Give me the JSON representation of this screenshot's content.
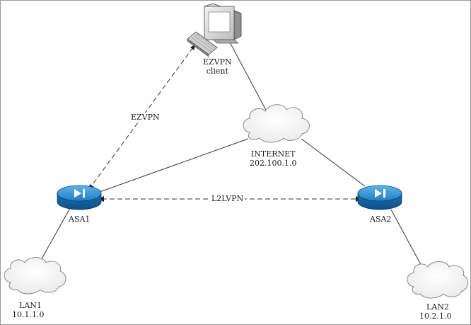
{
  "client": {
    "line1": "EZVPN",
    "line2": "client"
  },
  "internet": {
    "name": "INTERNET",
    "network": "202.100.1.0"
  },
  "asa1": {
    "name": "ASA1"
  },
  "asa2": {
    "name": "ASA2"
  },
  "lan1": {
    "name": "LAN1",
    "network": "10.1.1.0"
  },
  "lan2": {
    "name": "LAN2",
    "network": "10.2.1.0"
  },
  "links": {
    "ezvpn": "EZVPN",
    "l2lvpn": "L2LVPN"
  },
  "colors": {
    "device_blue": "#1e7fc4",
    "line": "#333333",
    "cloud_edge": "#8a8a8a"
  }
}
